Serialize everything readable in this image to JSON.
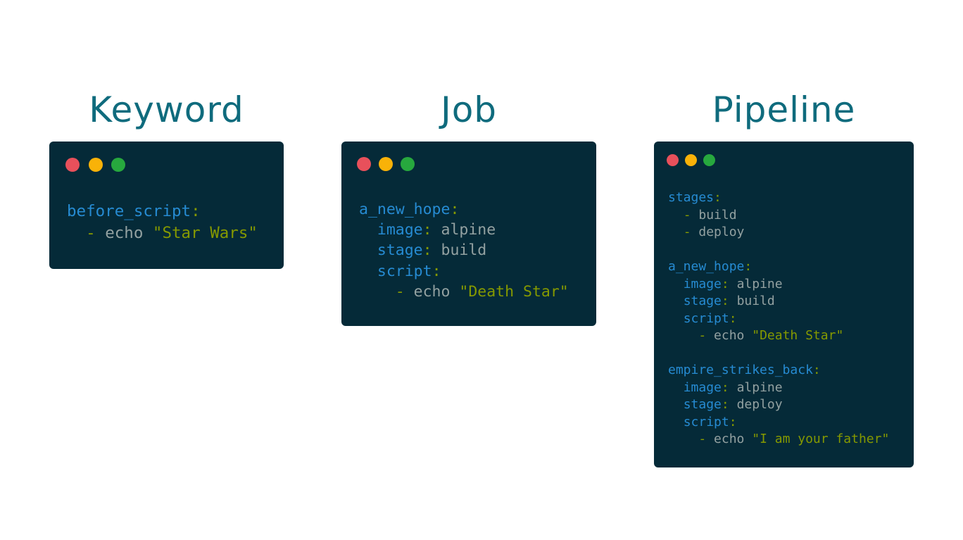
{
  "colors": {
    "background": "#ffffff",
    "title": "#0f6b7d",
    "panel_bg": "#052a38",
    "dot_red": "#e8505b",
    "dot_yellow": "#f9b208",
    "dot_green": "#27a83e",
    "key": "#268bd2",
    "punct": "#859900",
    "value": "#93a1a1",
    "string": "#859900"
  },
  "panels": [
    {
      "title": "Keyword",
      "lines": [
        {
          "indent": "",
          "key": "before_script",
          "colon": ":",
          "dash": "",
          "value": "",
          "string": ""
        },
        {
          "indent": "  ",
          "key": "",
          "colon": "",
          "dash": "- ",
          "value": "echo ",
          "string": "\"Star Wars\""
        }
      ]
    },
    {
      "title": "Job",
      "lines": [
        {
          "indent": "",
          "key": "a_new_hope",
          "colon": ":",
          "dash": "",
          "value": "",
          "string": ""
        },
        {
          "indent": "  ",
          "key": "image",
          "colon": ": ",
          "dash": "",
          "value": "alpine",
          "string": ""
        },
        {
          "indent": "  ",
          "key": "stage",
          "colon": ": ",
          "dash": "",
          "value": "build",
          "string": ""
        },
        {
          "indent": "  ",
          "key": "script",
          "colon": ":",
          "dash": "",
          "value": "",
          "string": ""
        },
        {
          "indent": "    ",
          "key": "",
          "colon": "",
          "dash": "- ",
          "value": "echo ",
          "string": "\"Death Star\""
        }
      ]
    },
    {
      "title": "Pipeline",
      "lines": [
        {
          "indent": "",
          "key": "stages",
          "colon": ":",
          "dash": "",
          "value": "",
          "string": ""
        },
        {
          "indent": "  ",
          "key": "",
          "colon": "",
          "dash": "- ",
          "value": "build",
          "string": ""
        },
        {
          "indent": "  ",
          "key": "",
          "colon": "",
          "dash": "- ",
          "value": "deploy",
          "string": ""
        },
        {
          "indent": "",
          "key": "",
          "colon": "",
          "dash": "",
          "value": "",
          "string": ""
        },
        {
          "indent": "",
          "key": "a_new_hope",
          "colon": ":",
          "dash": "",
          "value": "",
          "string": ""
        },
        {
          "indent": "  ",
          "key": "image",
          "colon": ": ",
          "dash": "",
          "value": "alpine",
          "string": ""
        },
        {
          "indent": "  ",
          "key": "stage",
          "colon": ": ",
          "dash": "",
          "value": "build",
          "string": ""
        },
        {
          "indent": "  ",
          "key": "script",
          "colon": ":",
          "dash": "",
          "value": "",
          "string": ""
        },
        {
          "indent": "    ",
          "key": "",
          "colon": "",
          "dash": "- ",
          "value": "echo ",
          "string": "\"Death Star\""
        },
        {
          "indent": "",
          "key": "",
          "colon": "",
          "dash": "",
          "value": "",
          "string": ""
        },
        {
          "indent": "",
          "key": "empire_strikes_back",
          "colon": ":",
          "dash": "",
          "value": "",
          "string": ""
        },
        {
          "indent": "  ",
          "key": "image",
          "colon": ": ",
          "dash": "",
          "value": "alpine",
          "string": ""
        },
        {
          "indent": "  ",
          "key": "stage",
          "colon": ": ",
          "dash": "",
          "value": "deploy",
          "string": ""
        },
        {
          "indent": "  ",
          "key": "script",
          "colon": ":",
          "dash": "",
          "value": "",
          "string": ""
        },
        {
          "indent": "    ",
          "key": "",
          "colon": "",
          "dash": "- ",
          "value": "echo ",
          "string": "\"I am your father\""
        }
      ]
    }
  ]
}
